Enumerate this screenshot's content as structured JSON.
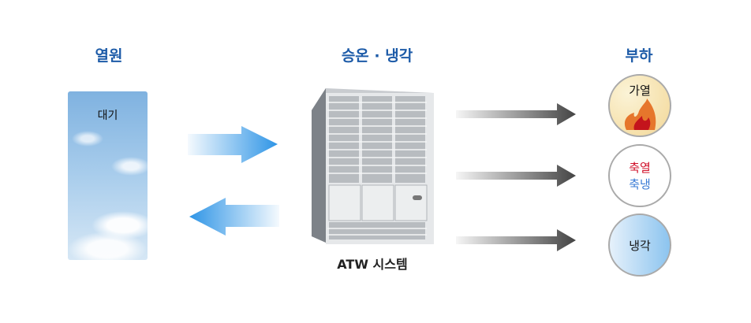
{
  "headings": {
    "source": "열원",
    "system": "승온 · 냉각",
    "load": "부하"
  },
  "source": {
    "label": "대기"
  },
  "system": {
    "caption": "ATW 시스템"
  },
  "loads": [
    {
      "label": "가열"
    },
    {
      "line1": "축열",
      "line2": "축냉"
    },
    {
      "label": "냉각"
    }
  ],
  "colors": {
    "heading": "#1d5ba8",
    "blue_arrow": "#2f95e6",
    "gray_arrow": "#444444",
    "heat_red": "#d0102a",
    "cold_blue": "#3a7bd5"
  }
}
